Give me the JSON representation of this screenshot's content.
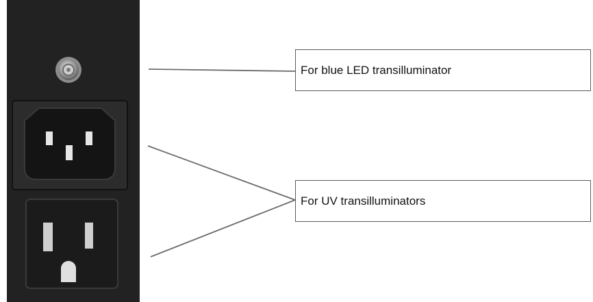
{
  "callouts": {
    "blue_led": "For blue LED transilluminator",
    "uv": "For UV transilluminators"
  },
  "components": {
    "top": "push-button-connector",
    "middle": "iec-c13-power-inlet",
    "bottom": "nema-5-15-outlet"
  },
  "colors": {
    "panel": "#222222",
    "socket": "#141414",
    "leader_line": "#6b6b6b",
    "callout_border": "#5a5a5a"
  }
}
